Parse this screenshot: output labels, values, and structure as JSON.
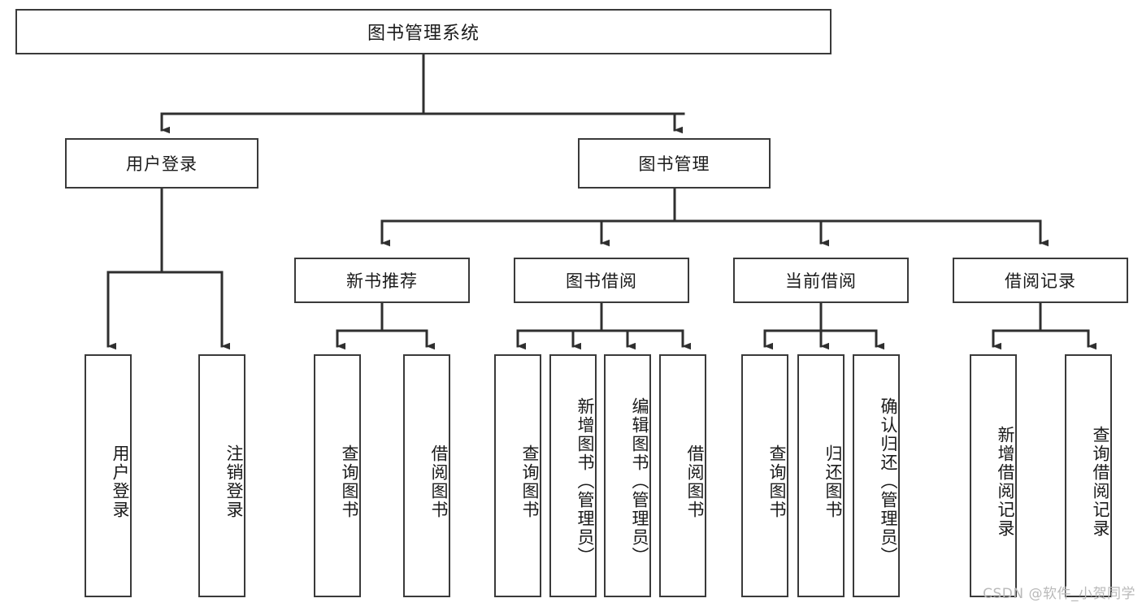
{
  "diagram": {
    "title": "图书管理系统",
    "type": "tree",
    "watermark": "CSDN @软件_小贺同学",
    "colors": {
      "box_border": "#3a3a3a",
      "box_fill": "#ffffff",
      "line": "#2f2f2f",
      "text": "#1a1a1a",
      "watermark": "#b9b9b9",
      "background": "#ffffff"
    },
    "root": {
      "label": "图书管理系统"
    },
    "level2": [
      {
        "label": "用户登录"
      },
      {
        "label": "图书管理"
      }
    ],
    "level3": [
      {
        "label": "新书推荐"
      },
      {
        "label": "图书借阅"
      },
      {
        "label": "当前借阅"
      },
      {
        "label": "借阅记录"
      }
    ],
    "leaves": {
      "user_login": [
        {
          "label": "用户登录"
        },
        {
          "label": "注销登录"
        }
      ],
      "new_book": [
        {
          "label": "查询图书"
        },
        {
          "label": "借阅图书"
        }
      ],
      "book_borrow": [
        {
          "label": "查询图书"
        },
        {
          "label": "新增图书（管理员）"
        },
        {
          "label": "编辑图书（管理员）"
        },
        {
          "label": "借阅图书"
        }
      ],
      "current_borrow": [
        {
          "label": "查询图书"
        },
        {
          "label": "归还图书"
        },
        {
          "label": "确认归还（管理员）"
        }
      ],
      "borrow_record": [
        {
          "label": "新增借阅记录"
        },
        {
          "label": "查询借阅记录"
        }
      ]
    }
  }
}
